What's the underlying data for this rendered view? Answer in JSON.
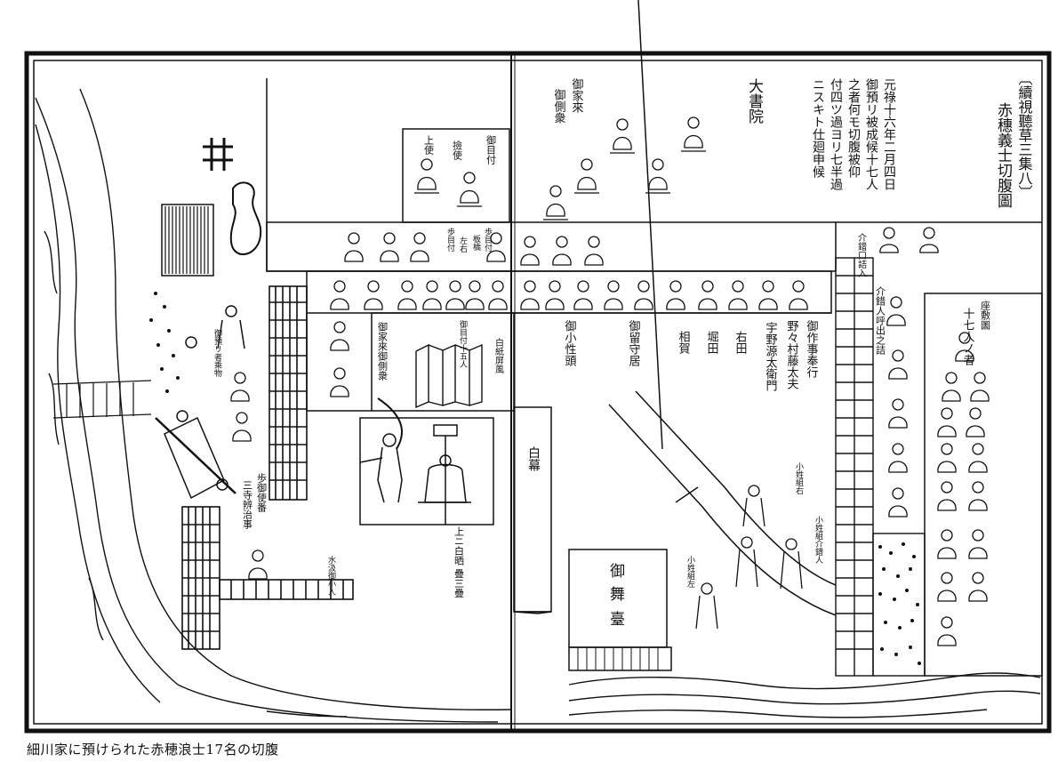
{
  "caption": "細川家に預けられた赤穂浪士17名の切腹",
  "title_block": {
    "series": "〔續視聽草三集八〕",
    "title": "赤穗義士切腹圖"
  },
  "note_lines": [
    "元祿十六年二月四日",
    "御預リ被成候十七人",
    "之者何モ切腹被仰",
    "付四ツ過ヨリ七半過",
    "ニスキト仕廻申候"
  ],
  "labels": {
    "daishoin": "大書院",
    "gokerai_gosoba": [
      "御家來",
      "御側衆"
    ],
    "ometsuke": "御目付",
    "kenshi": "撿使",
    "joushi": "上使",
    "kachi_metsuke": [
      "歩目付",
      "歩目付"
    ],
    "itabashi": "板橋",
    "sayu": "左右",
    "kaishaku_kuchi": "介錯口詰入",
    "zashiki_zu": "座敷圖",
    "juushichinin": "十七人ノ者",
    "kaishaku_yobi": "介錯人呼出之詰",
    "shiramaku": "白幕",
    "shiro_byoubu": "白紙屏風",
    "metsuke_juugonin": "御目付十五人",
    "gokerai_gosoba2": "御家來御側衆",
    "sakuji_bugyou": "御作事奉行",
    "nonomura": "野々村藤太夫",
    "uno": "宇野源太衛門",
    "migita": "右田",
    "hotta": "堀田",
    "aiga": "相賀",
    "rusui": "御留守居",
    "koshou_gashira": "御小性頭",
    "butai": [
      "御",
      "舞",
      "臺"
    ],
    "tatami": "上ニ白晒 疊三疊",
    "kachi_shisha": [
      "歩御使番",
      "三寺辨治事"
    ],
    "kaishakunin": "小姓組介錯人",
    "koshou_gumi1": "小姓組右",
    "koshou_gumi2": "小姓組左",
    "mizukumi": "水汲御小人",
    "niwa_label": "御預リ者乘物"
  }
}
